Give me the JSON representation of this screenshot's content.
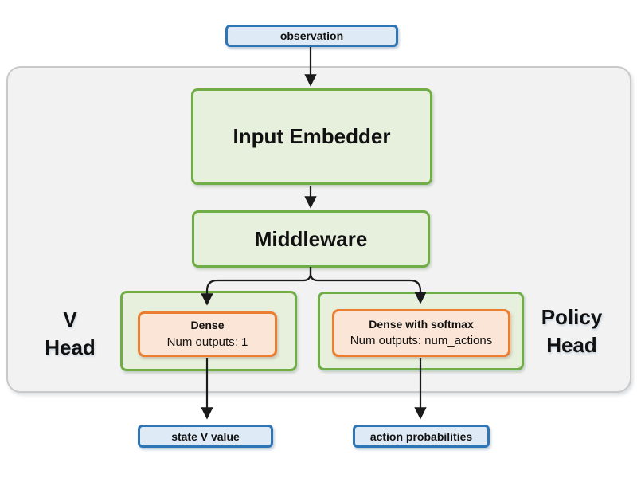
{
  "diagram": {
    "nodes": {
      "observation": {
        "label": "observation"
      },
      "input_embedder": {
        "label": "Input Embedder"
      },
      "middleware": {
        "label": "Middleware"
      },
      "v_head": {
        "label_line1": "V",
        "label_line2": "Head",
        "dense": {
          "title": "Dense",
          "subtitle": "Num outputs: 1"
        }
      },
      "policy_head": {
        "label_line1": "Policy",
        "label_line2": "Head",
        "dense": {
          "title": "Dense with softmax",
          "subtitle": "Num outputs: num_actions"
        }
      },
      "state_v_value": {
        "label": "state V value"
      },
      "action_probabilities": {
        "label": "action probabilities"
      }
    },
    "edges": [
      "observation -> input_embedder",
      "input_embedder -> middleware",
      "middleware -> v_head.dense",
      "middleware -> policy_head.dense",
      "v_head.dense -> state_v_value",
      "policy_head.dense -> action_probabilities"
    ],
    "colors": {
      "blue_border": "#2E75B6",
      "blue_fill": "#DEEBF7",
      "green_border": "#70AD47",
      "green_fill": "#E6F0DD",
      "orange_border": "#ED7D31",
      "orange_fill": "#FBE5D6",
      "container_fill": "#F2F2F2",
      "container_border": "#C9C9C9",
      "arrow": "#1A1A1A",
      "text": "#111111"
    }
  }
}
